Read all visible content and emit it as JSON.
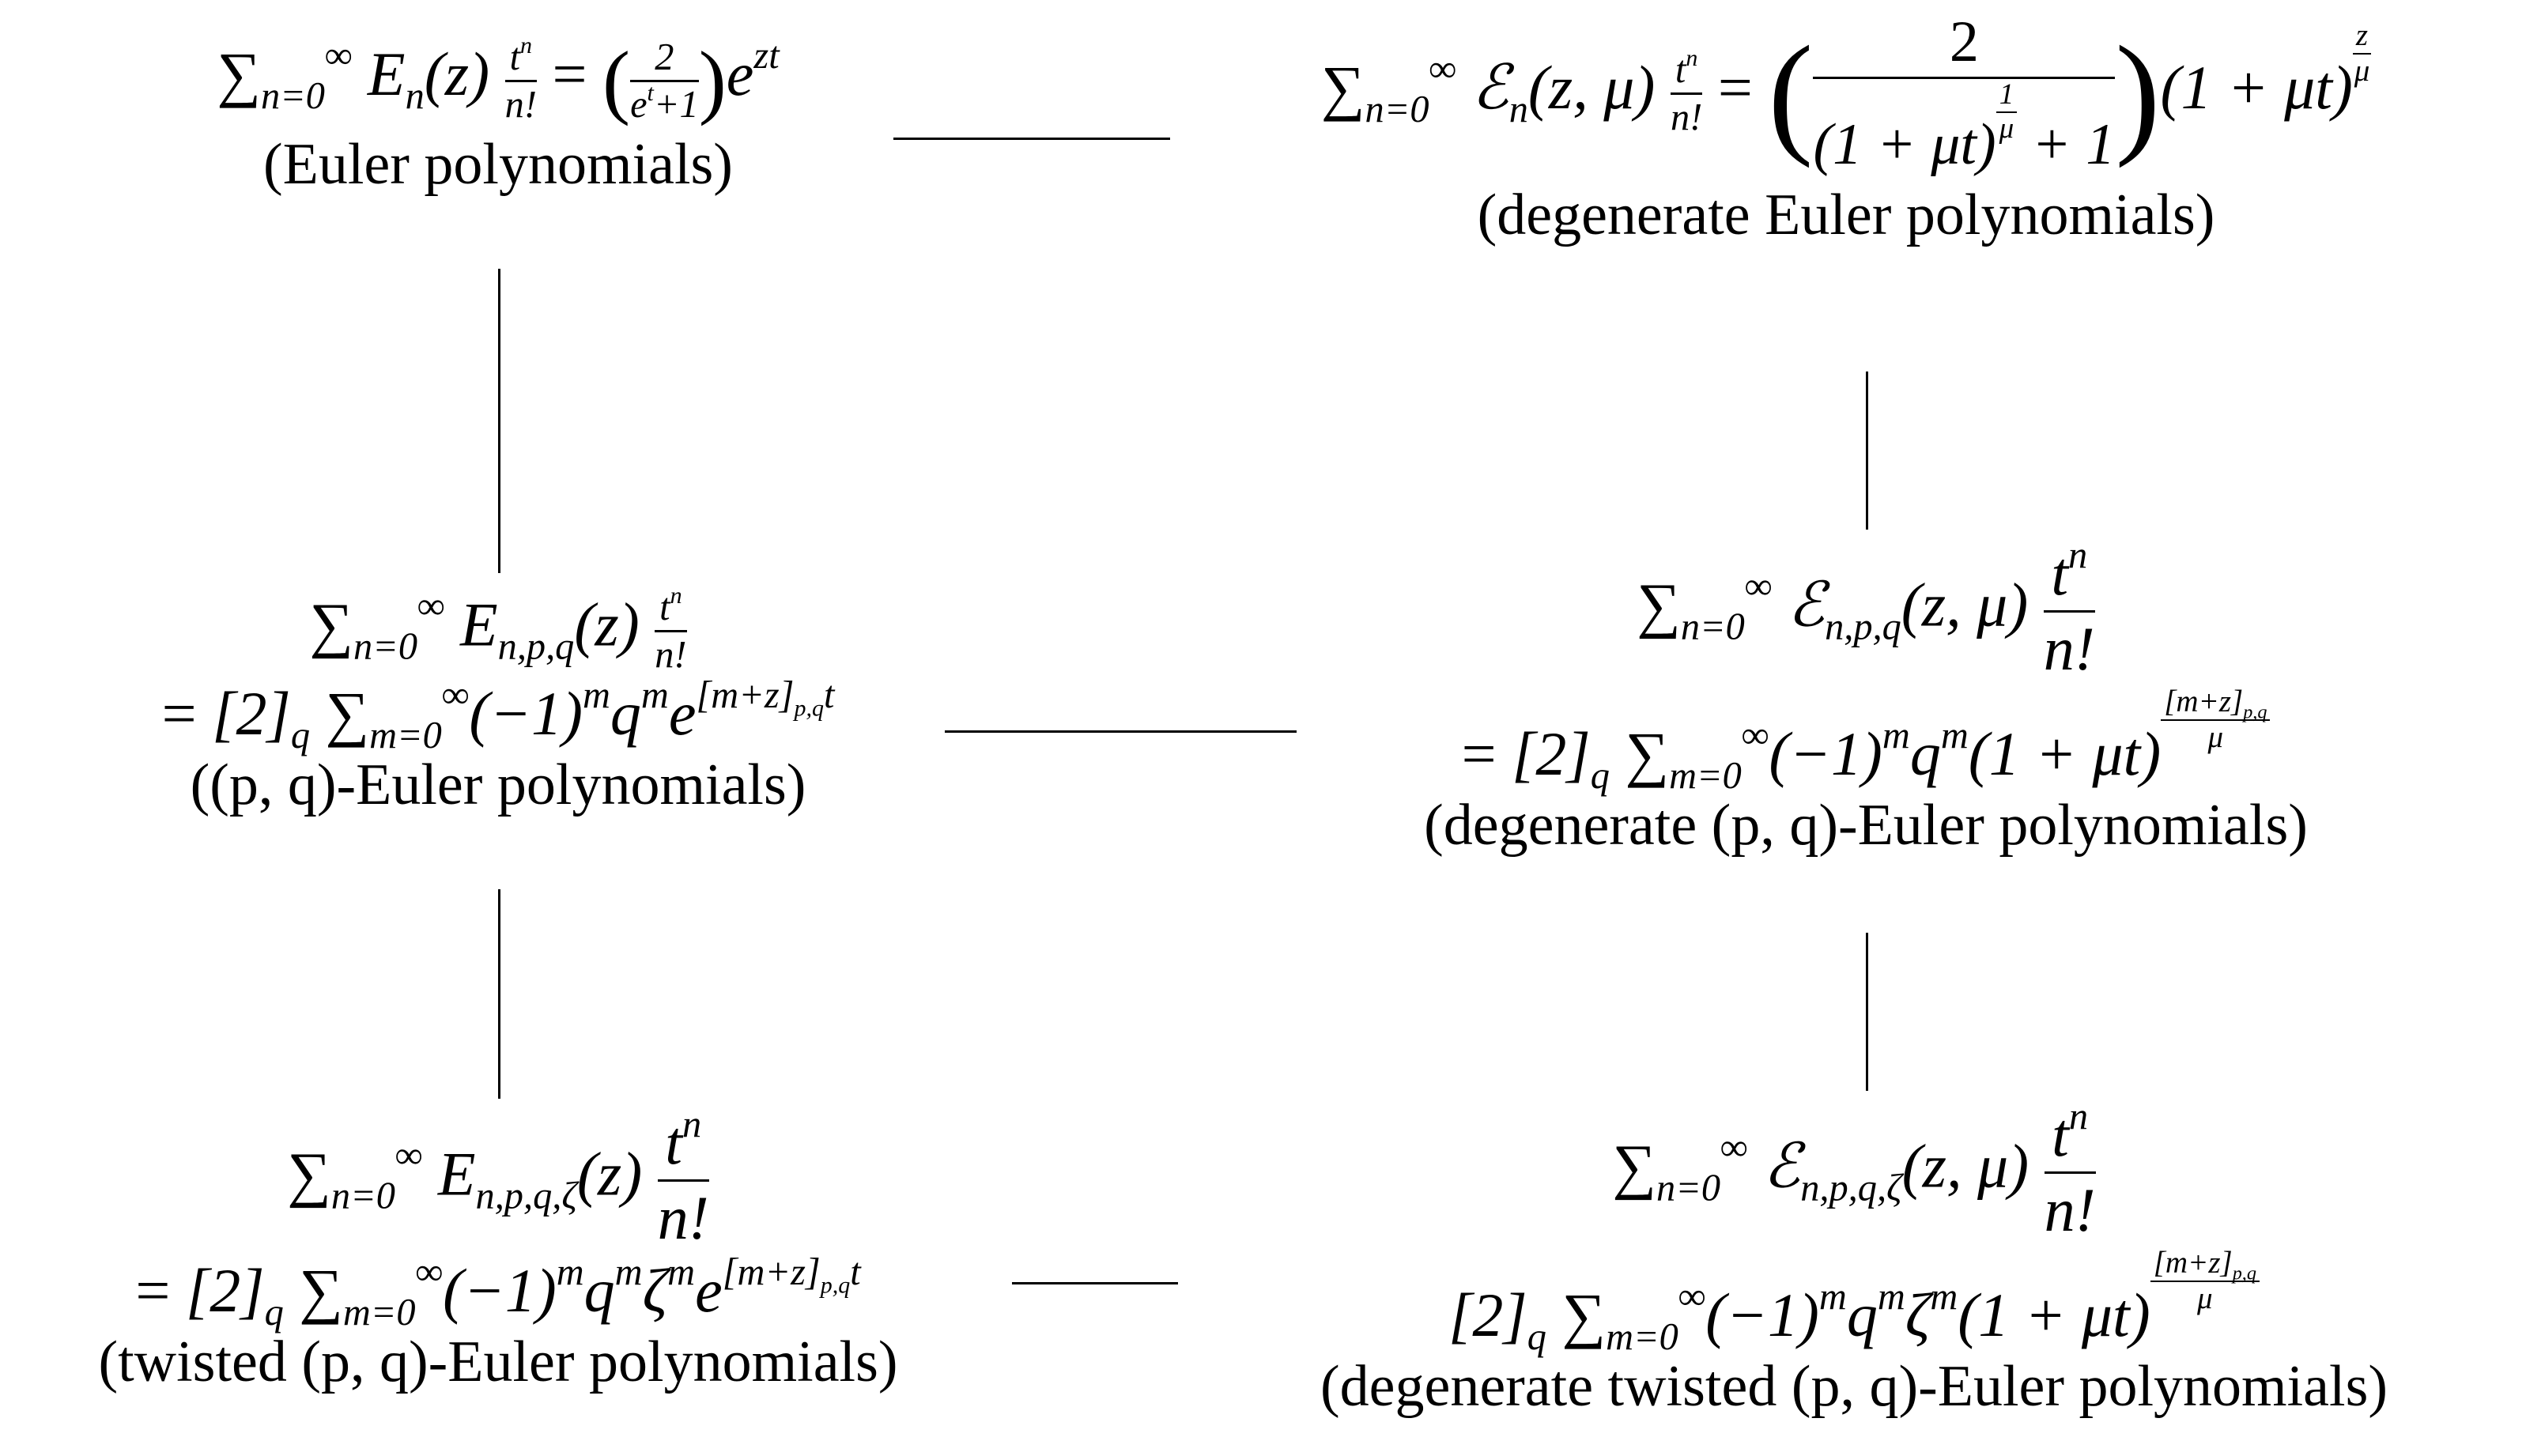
{
  "nodes": {
    "euler": {
      "label": "(Euler polynomials)"
    },
    "degenerate_euler": {
      "label": "(degenerate Euler polynomials)"
    },
    "pq_euler": {
      "label": "((p, q)-Euler polynomials)"
    },
    "degenerate_pq_euler": {
      "label": "(degenerate (p, q)-Euler polynomials)"
    },
    "twisted_pq_euler": {
      "label": "(twisted (p, q)-Euler polynomials)"
    },
    "degenerate_twisted_pq_euler": {
      "label": "(degenerate twisted (p, q)-Euler polynomials)"
    }
  }
}
